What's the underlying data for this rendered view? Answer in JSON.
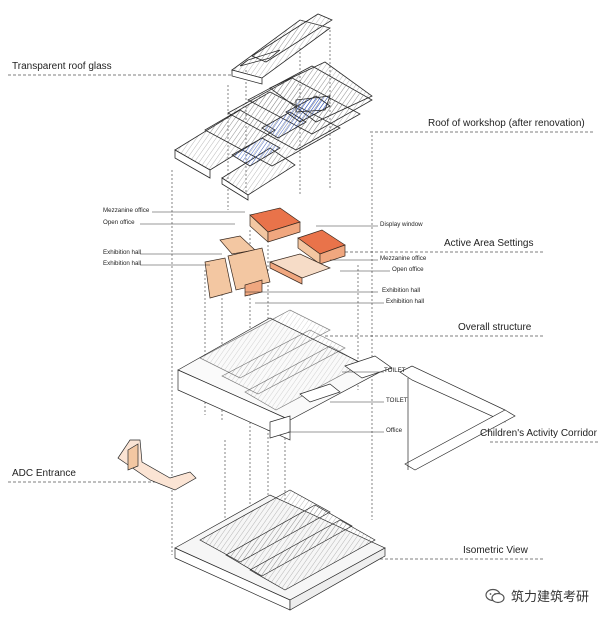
{
  "labels": {
    "transparent_roof_glass": "Transparent roof glass",
    "roof_workshop": "Roof of workshop (after renovation)",
    "active_area": "Active Area Settings",
    "overall_structure": "Overall structure",
    "childrens_corridor": "Children's Activity Corridor",
    "adc_entrance": "ADC Entrance",
    "isometric_view": "Isometric View"
  },
  "callouts": {
    "mezzanine_office_left": "Mezzanine office",
    "open_office_left": "Open office",
    "exhibition_hall_1": "Exhibition hall",
    "exhibition_hall_2": "Exhibition hall",
    "display_window": "Display window",
    "mezzanine_office_right": "Mezzanine office",
    "open_office_right": "Open office",
    "exhibition_hall_3": "Exhibition hall",
    "exhibition_hall_4": "Exhibition hall",
    "toilet_1": "TOILET",
    "toilet_2": "TOILET",
    "office": "Office"
  },
  "watermark": "筑力建筑考研",
  "colors": {
    "line": "#2a2a2a",
    "glass_blue": "#2f56c6",
    "orange_light": "#f3c7a2",
    "orange_dark": "#e9734a",
    "dashed": "#555555"
  }
}
